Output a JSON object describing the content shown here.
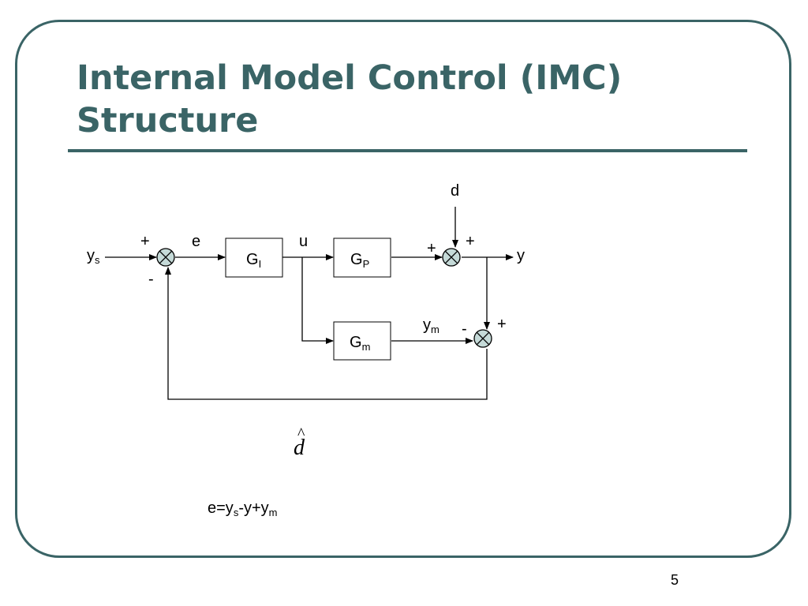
{
  "slide": {
    "title_line1": "Internal Model Control (IMC)",
    "title_line2": "Structure",
    "slide_number": "5",
    "accent_color": "#3a6466"
  },
  "diagram": {
    "blocks": {
      "controller": {
        "main": "G",
        "sub": "I"
      },
      "process": {
        "main": "G",
        "sub": "P"
      },
      "model": {
        "main": "G",
        "sub": "m"
      }
    },
    "signals": {
      "setpoint": {
        "main": "y",
        "sub": "s"
      },
      "error": "e",
      "input": "u",
      "disturbance": "d",
      "output": "y",
      "model_output": {
        "main": "y",
        "sub": "m"
      },
      "disturbance_estimate": "d",
      "disturbance_estimate_hat": "^"
    },
    "signs": {
      "sum1_plus": "+",
      "sum1_minus": "-",
      "sum2_left_plus": "+",
      "sum2_top_plus": "+",
      "sum3_minus": "-",
      "sum3_plus": "+"
    },
    "equation": {
      "lhs": "e=y",
      "s_sub": "s",
      "mid": "-y+y",
      "m_sub": "m"
    }
  }
}
